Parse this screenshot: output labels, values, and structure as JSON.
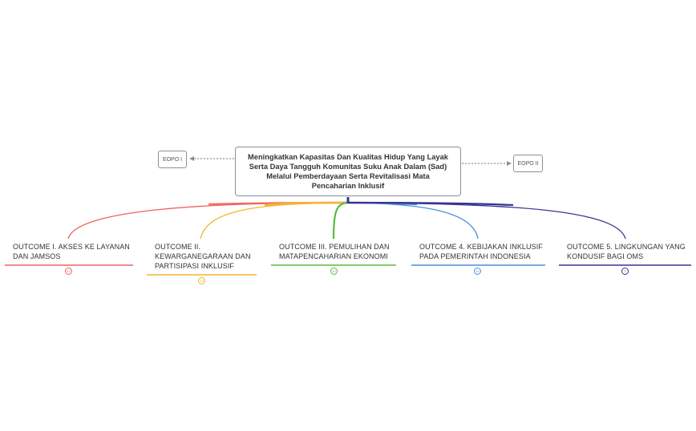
{
  "central_topic": "Meningkatkan Kapasitas Dan Kualitas Hidup Yang Layak Serta Daya Tangguh Komunitas Suku Anak Dalam (Sad) Melalui Pemberdayaan Serta Revitalisasi Mata Pencaharian Inklusif",
  "left_node": "EOPO I",
  "right_node": "EOPO II",
  "outcomes": [
    {
      "label": "OUTCOME I. AKSES KE LAYANAN DAN JAMSOS",
      "color": "#f0625d",
      "count": "12"
    },
    {
      "label": "OUTCOME II. KEWARGANEGARAAN DAN PARTISIPASI INKLUSIF",
      "color": "#f5b431",
      "count": "15"
    },
    {
      "label": "OUTCOME III. PEMULIHAN DAN MATAPENCAHARIAN EKONOMI",
      "color": "#58bb3f",
      "count": "10"
    },
    {
      "label": "OUTCOME 4. KEBIJAKAN INKLUSIF PADA PEMERINTAH INDONESIA",
      "color": "#4d8fd6",
      "count": "10"
    },
    {
      "label": "OUTCOME 5. LINGKUNGAN YANG KONDUSIF BAGI OMS",
      "color": "#3a3493",
      "count": "7"
    }
  ]
}
